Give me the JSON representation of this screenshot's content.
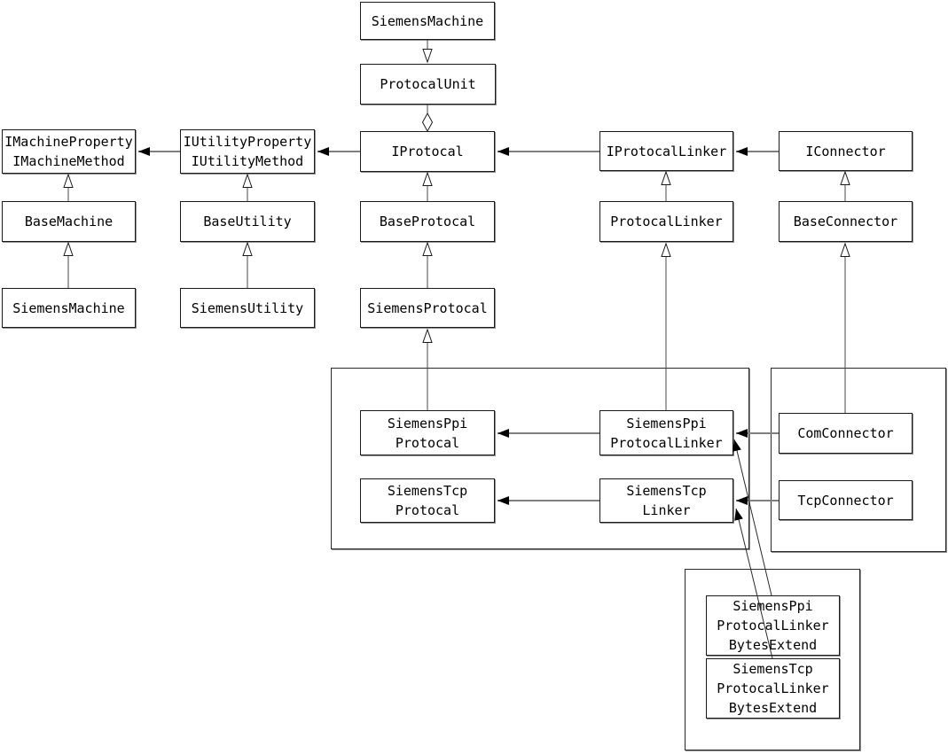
{
  "diagram": {
    "kind": "uml-class-diagram",
    "nodes": {
      "siemensMachineTop": {
        "label": "SiemensMachine"
      },
      "protocalUnit": {
        "label": "ProtocalUnit"
      },
      "iMachine": {
        "label": [
          "IMachineProperty",
          "IMachineMethod"
        ]
      },
      "iUtility": {
        "label": [
          "IUtilityProperty",
          "IUtilityMethod"
        ]
      },
      "iProtocal": {
        "label": "IProtocal"
      },
      "iProtocalLinker": {
        "label": "IProtocalLinker"
      },
      "iConnector": {
        "label": "IConnector"
      },
      "baseMachine": {
        "label": "BaseMachine"
      },
      "baseUtility": {
        "label": "BaseUtility"
      },
      "baseProtocal": {
        "label": "BaseProtocal"
      },
      "protocalLinker": {
        "label": "ProtocalLinker"
      },
      "baseConnector": {
        "label": "BaseConnector"
      },
      "siemensMachine": {
        "label": "SiemensMachine"
      },
      "siemensUtility": {
        "label": "SiemensUtility"
      },
      "siemensProtocal": {
        "label": "SiemensProtocal"
      },
      "siemensPpiProtocal": {
        "label": [
          "SiemensPpi",
          "Protocal"
        ]
      },
      "siemensPpiProtocalLinker": {
        "label": [
          "SiemensPpi",
          "ProtocalLinker"
        ]
      },
      "siemensTcpProtocal": {
        "label": [
          "SiemensTcp",
          "Protocal"
        ]
      },
      "siemensTcpLinker": {
        "label": [
          "SiemensTcp",
          "Linker"
        ]
      },
      "comConnector": {
        "label": "ComConnector"
      },
      "tcpConnector": {
        "label": "TcpConnector"
      },
      "ppiBytesExtend": {
        "label": [
          "SiemensPpi",
          "ProtocalLinker",
          "BytesExtend"
        ]
      },
      "tcpBytesExtend": {
        "label": [
          "SiemensTcp",
          "ProtocalLinker",
          "BytesExtend"
        ]
      }
    },
    "edges": [
      {
        "from": "SiemensMachine",
        "to": "ProtocalUnit",
        "type": "generalization-arrow-down"
      },
      {
        "from": "ProtocalUnit",
        "to": "IProtocal",
        "type": "aggregation-diamond"
      },
      {
        "from": "IProtocal",
        "to": "IUtilityProperty/IUtilityMethod",
        "type": "association"
      },
      {
        "from": "IUtilityProperty/IUtilityMethod",
        "to": "IMachineProperty/IMachineMethod",
        "type": "association"
      },
      {
        "from": "IProtocalLinker",
        "to": "IProtocal",
        "type": "association"
      },
      {
        "from": "IConnector",
        "to": "IProtocalLinker",
        "type": "association"
      },
      {
        "from": "BaseMachine",
        "to": "IMachineProperty/IMachineMethod",
        "type": "inheritance"
      },
      {
        "from": "SiemensMachine",
        "to": "BaseMachine",
        "type": "inheritance"
      },
      {
        "from": "BaseUtility",
        "to": "IUtilityProperty/IUtilityMethod",
        "type": "inheritance"
      },
      {
        "from": "SiemensUtility",
        "to": "BaseUtility",
        "type": "inheritance"
      },
      {
        "from": "BaseProtocal",
        "to": "IProtocal",
        "type": "inheritance"
      },
      {
        "from": "SiemensProtocal",
        "to": "BaseProtocal",
        "type": "inheritance"
      },
      {
        "from": "ProtocalLinker",
        "to": "IProtocalLinker",
        "type": "inheritance"
      },
      {
        "from": "BaseConnector",
        "to": "IConnector",
        "type": "inheritance"
      },
      {
        "from": "SiemensPpiProtocal",
        "to": "SiemensProtocal",
        "type": "inheritance"
      },
      {
        "from": "SiemensPpiProtocalLinker",
        "to": "ProtocalLinker",
        "type": "inheritance"
      },
      {
        "from": "ComConnector",
        "to": "BaseConnector",
        "type": "inheritance"
      },
      {
        "from": "SiemensPpiProtocalLinker",
        "to": "SiemensPpiProtocal",
        "type": "association"
      },
      {
        "from": "SiemensTcpLinker",
        "to": "SiemensTcpProtocal",
        "type": "association"
      },
      {
        "from": "ComConnector",
        "to": "SiemensPpiProtocalLinker",
        "type": "association"
      },
      {
        "from": "TcpConnector",
        "to": "SiemensTcpLinker",
        "type": "association"
      },
      {
        "from": "SiemensPpiProtocalLinkerBytesExtend",
        "to": "SiemensPpiProtocalLinker",
        "type": "association"
      },
      {
        "from": "SiemensTcpProtocalLinkerBytesExtend",
        "to": "SiemensTcpLinker",
        "type": "association"
      }
    ],
    "colors": {
      "box_border": "#1a1a1a",
      "box_shadow": "#909090",
      "association_line": "#7f7f7f",
      "inheritance_line": "#4a4a4a",
      "arrow_fill": "#000000",
      "background": "#ffffff"
    }
  }
}
